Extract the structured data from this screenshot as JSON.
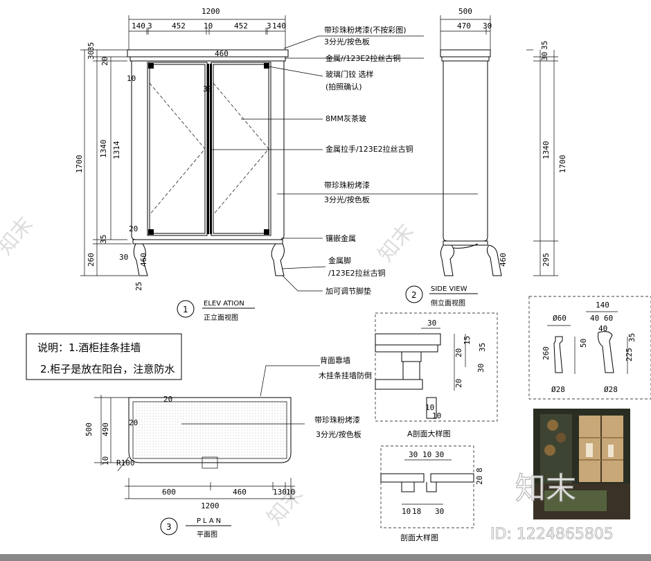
{
  "colors": {
    "background": "#ffffff",
    "line": "#000000",
    "bottom_bar": "#888888",
    "photo_dark": "#2a2e22",
    "photo_warm": "#c8a878"
  },
  "elevation": {
    "dims_top": [
      "140",
      "3",
      "452",
      "10",
      "452",
      "3",
      "140"
    ],
    "overall_width": "1200",
    "dims_left_outer": [
      "30",
      "35",
      "1340",
      "1700",
      "260",
      "30"
    ],
    "dims_left_inner": [
      "20",
      "1314",
      "35"
    ],
    "inner_marks": [
      "10",
      "30",
      "20",
      "460"
    ],
    "bottom_marks": [
      "25",
      "460"
    ],
    "label_circle": "1",
    "label_title": "ELEV ATION",
    "label_sub": "正立面视图"
  },
  "annotations": [
    {
      "text": "带珍珠粉烤漆(不按彩图)"
    },
    {
      "text": "3分光/按色板"
    },
    {
      "text": "金属//123E2拉丝古铜"
    },
    {
      "text": "玻璃门铰 选样"
    },
    {
      "text": "(拍照确认)"
    },
    {
      "text": "8MM灰茶玻"
    },
    {
      "text": "金属拉手/123E2拉丝古铜"
    },
    {
      "text": "带珍珠粉烤漆"
    },
    {
      "text": "3分光/按色板"
    },
    {
      "text": "镶嵌金属"
    },
    {
      "text": "金属脚"
    },
    {
      "text": "/123E2拉丝古铜"
    },
    {
      "text": "加可调节脚垫"
    }
  ],
  "side": {
    "dims_top": [
      "500",
      "470",
      "30"
    ],
    "dims_right": [
      "30",
      "35",
      "1340",
      "1700",
      "295"
    ],
    "foot_mark": "460",
    "label_circle": "2",
    "label_title": "SIDE VIEW",
    "label_sub": "侧立面视图"
  },
  "notes": {
    "line1": "说明：1.酒柜挂条挂墙",
    "line2": "2.柜子是放在阳台，注意防水"
  },
  "plan": {
    "callout1": "背面靠墙",
    "callout2": "木挂条挂墙防倒",
    "callout3": "带珍珠粉烤漆",
    "callout4": "3分光/按色板",
    "dims_left": [
      "500",
      "490",
      "10"
    ],
    "inner_marks": [
      "20",
      "20"
    ],
    "corner_mark": "R100",
    "dims_bottom": [
      "600",
      "460",
      "130",
      "10"
    ],
    "overall_width": "1200",
    "label_circle": "3",
    "label_title": "PLAN",
    "label_sub": "平面图"
  },
  "sectionA": {
    "dims": [
      "30",
      "15",
      "20",
      "35",
      "30",
      "20",
      "10",
      "10"
    ],
    "label": "A剖面大样图"
  },
  "section2": {
    "dims": [
      "30",
      "10",
      "30",
      "20",
      "8",
      "10",
      "18",
      "30"
    ],
    "label": "剖面大样图"
  },
  "foot_detail": {
    "dims": [
      "140",
      "40",
      "60",
      "Ø60",
      "40",
      "260",
      "50",
      "225",
      "35",
      "Ø28",
      "Ø28"
    ]
  },
  "watermark": {
    "logo": "知末",
    "id": "ID: 1224865805"
  }
}
